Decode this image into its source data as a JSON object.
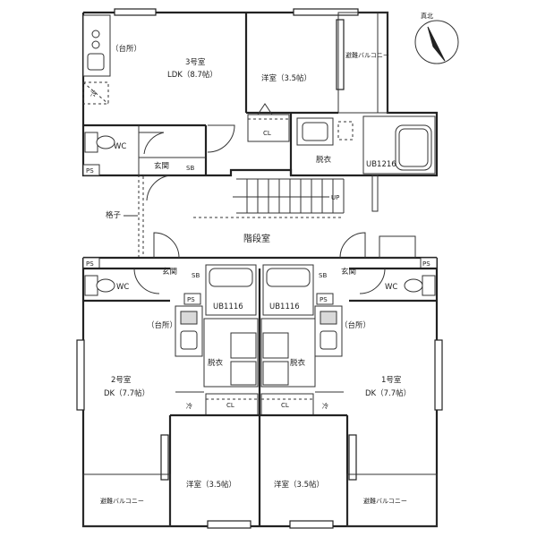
{
  "compass": {
    "label": "真北"
  },
  "rooms": {
    "r3_kitchen": "（台所）",
    "r3_name": "3号室",
    "r3_ldk": "LDK（8.7帖）",
    "r3_western": "洋室（3.5帖）",
    "r3_balcony": "避難バルコニー",
    "r3_wc": "WC",
    "r3_entry": "玄関",
    "r3_sb": "SB",
    "r3_dressing": "脱衣",
    "r3_ub": "UB1216",
    "r3_cl": "CL",
    "r3_ps": "PS",
    "r3_cold": "冷",
    "lattice": "格子",
    "up": "UP",
    "stair": "階段室",
    "r2_ps": "PS",
    "r2_entry": "玄関",
    "r2_sb": "SB",
    "r2_wc": "WC",
    "r2_ps2": "PS",
    "r2_ub": "UB1116",
    "r2_kitchen": "（台所）",
    "r2_dressing": "脱衣",
    "r2_name": "2号室",
    "r2_dk": "DK（7.7帖）",
    "r2_cold": "冷",
    "r2_cl": "CL",
    "r2_western": "洋室（3.5帖）",
    "r2_balcony": "避難バルコニー",
    "r1_ps": "PS",
    "r1_entry": "玄関",
    "r1_sb": "SB",
    "r1_wc": "WC",
    "r1_ps2": "PS",
    "r1_ub": "UB1116",
    "r1_kitchen": "（台所）",
    "r1_dressing": "脱衣",
    "r1_name": "1号室",
    "r1_dk": "DK（7.7帖）",
    "r1_cold": "冷",
    "r1_cl": "CL",
    "r1_western": "洋室（3.5帖）",
    "r1_balcony": "避難バルコニー"
  }
}
